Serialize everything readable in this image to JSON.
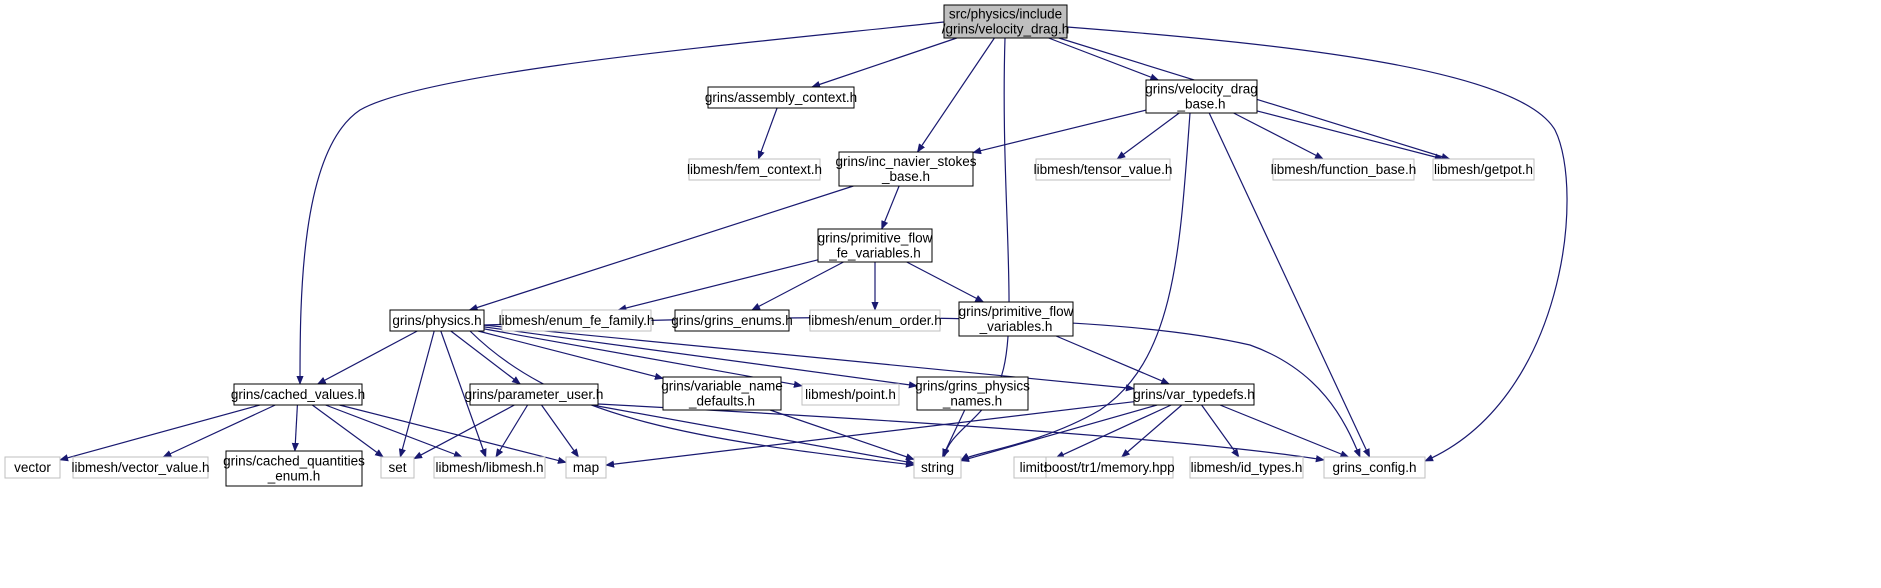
{
  "graph": {
    "nodes": [
      {
        "id": "velocity_drag_h",
        "lines": [
          "src/physics/include",
          "/grins/velocity_drag.h"
        ],
        "style": "root"
      },
      {
        "id": "assembly_context",
        "lines": [
          "grins/assembly_context.h"
        ],
        "style": "internal"
      },
      {
        "id": "velocity_drag_base",
        "lines": [
          "grins/velocity_drag",
          "_base.h"
        ],
        "style": "internal"
      },
      {
        "id": "fem_context",
        "lines": [
          "libmesh/fem_context.h"
        ],
        "style": "external"
      },
      {
        "id": "inc_navier_stokes_base",
        "lines": [
          "grins/inc_navier_stokes",
          "_base.h"
        ],
        "style": "internal"
      },
      {
        "id": "tensor_value",
        "lines": [
          "libmesh/tensor_value.h"
        ],
        "style": "external"
      },
      {
        "id": "function_base",
        "lines": [
          "libmesh/function_base.h"
        ],
        "style": "external"
      },
      {
        "id": "getpot",
        "lines": [
          "libmesh/getpot.h"
        ],
        "style": "external"
      },
      {
        "id": "primitive_flow_fe_variables",
        "lines": [
          "grins/primitive_flow",
          "_fe_variables.h"
        ],
        "style": "internal"
      },
      {
        "id": "physics",
        "lines": [
          "grins/physics.h"
        ],
        "style": "internal"
      },
      {
        "id": "enum_fe_family",
        "lines": [
          "libmesh/enum_fe_family.h"
        ],
        "style": "external"
      },
      {
        "id": "grins_enums",
        "lines": [
          "grins/grins_enums.h"
        ],
        "style": "internal"
      },
      {
        "id": "enum_order",
        "lines": [
          "libmesh/enum_order.h"
        ],
        "style": "external"
      },
      {
        "id": "primitive_flow_variables",
        "lines": [
          "grins/primitive_flow",
          "_variables.h"
        ],
        "style": "internal"
      },
      {
        "id": "cached_values",
        "lines": [
          "grins/cached_values.h"
        ],
        "style": "internal"
      },
      {
        "id": "parameter_user",
        "lines": [
          "grins/parameter_user.h"
        ],
        "style": "internal"
      },
      {
        "id": "variable_name_defaults",
        "lines": [
          "grins/variable_name",
          "_defaults.h"
        ],
        "style": "internal"
      },
      {
        "id": "point",
        "lines": [
          "libmesh/point.h"
        ],
        "style": "external"
      },
      {
        "id": "grins_physics_names",
        "lines": [
          "grins/grins_physics",
          "_names.h"
        ],
        "style": "internal"
      },
      {
        "id": "var_typedefs",
        "lines": [
          "grins/var_typedefs.h"
        ],
        "style": "internal"
      },
      {
        "id": "vector",
        "lines": [
          "vector"
        ],
        "style": "external"
      },
      {
        "id": "vector_value",
        "lines": [
          "libmesh/vector_value.h"
        ],
        "style": "external"
      },
      {
        "id": "cached_quantities_enum",
        "lines": [
          "grins/cached_quantities",
          "_enum.h"
        ],
        "style": "internal"
      },
      {
        "id": "set",
        "lines": [
          "set"
        ],
        "style": "external"
      },
      {
        "id": "libmesh_h",
        "lines": [
          "libmesh/libmesh.h"
        ],
        "style": "external"
      },
      {
        "id": "map",
        "lines": [
          "map"
        ],
        "style": "external"
      },
      {
        "id": "string",
        "lines": [
          "string"
        ],
        "style": "external"
      },
      {
        "id": "limits",
        "lines": [
          "limits"
        ],
        "style": "external"
      },
      {
        "id": "boost_memory",
        "lines": [
          "boost/tr1/memory.hpp"
        ],
        "style": "external"
      },
      {
        "id": "id_types",
        "lines": [
          "libmesh/id_types.h"
        ],
        "style": "external"
      },
      {
        "id": "grins_config",
        "lines": [
          "grins_config.h"
        ],
        "style": "external"
      }
    ],
    "edges": [
      {
        "from": "velocity_drag_h",
        "to": "cached_values"
      },
      {
        "from": "velocity_drag_h",
        "to": "assembly_context"
      },
      {
        "from": "velocity_drag_h",
        "to": "inc_navier_stokes_base"
      },
      {
        "from": "velocity_drag_h",
        "to": "string"
      },
      {
        "from": "velocity_drag_h",
        "to": "velocity_drag_base"
      },
      {
        "from": "velocity_drag_h",
        "to": "getpot"
      },
      {
        "from": "velocity_drag_h",
        "to": "grins_config"
      },
      {
        "from": "assembly_context",
        "to": "fem_context"
      },
      {
        "from": "velocity_drag_base",
        "to": "inc_navier_stokes_base"
      },
      {
        "from": "velocity_drag_base",
        "to": "tensor_value"
      },
      {
        "from": "velocity_drag_base",
        "to": "string"
      },
      {
        "from": "velocity_drag_base",
        "to": "function_base"
      },
      {
        "from": "velocity_drag_base",
        "to": "getpot"
      },
      {
        "from": "velocity_drag_base",
        "to": "grins_config"
      },
      {
        "from": "inc_navier_stokes_base",
        "to": "physics"
      },
      {
        "from": "inc_navier_stokes_base",
        "to": "primitive_flow_fe_variables"
      },
      {
        "from": "primitive_flow_fe_variables",
        "to": "enum_fe_family"
      },
      {
        "from": "primitive_flow_fe_variables",
        "to": "grins_enums"
      },
      {
        "from": "primitive_flow_fe_variables",
        "to": "enum_order"
      },
      {
        "from": "primitive_flow_fe_variables",
        "to": "primitive_flow_variables"
      },
      {
        "from": "primitive_flow_variables",
        "to": "var_typedefs"
      },
      {
        "from": "physics",
        "to": "cached_values"
      },
      {
        "from": "physics",
        "to": "set"
      },
      {
        "from": "physics",
        "to": "libmesh_h"
      },
      {
        "from": "physics",
        "to": "parameter_user"
      },
      {
        "from": "physics",
        "to": "string"
      },
      {
        "from": "physics",
        "to": "variable_name_defaults"
      },
      {
        "from": "physics",
        "to": "point"
      },
      {
        "from": "physics",
        "to": "grins_physics_names"
      },
      {
        "from": "physics",
        "to": "var_typedefs"
      },
      {
        "from": "physics",
        "to": "grins_config"
      },
      {
        "from": "cached_values",
        "to": "vector"
      },
      {
        "from": "cached_values",
        "to": "vector_value"
      },
      {
        "from": "cached_values",
        "to": "cached_quantities_enum"
      },
      {
        "from": "cached_values",
        "to": "set"
      },
      {
        "from": "cached_values",
        "to": "libmesh_h"
      },
      {
        "from": "cached_values",
        "to": "map"
      },
      {
        "from": "parameter_user",
        "to": "set"
      },
      {
        "from": "parameter_user",
        "to": "libmesh_h"
      },
      {
        "from": "parameter_user",
        "to": "map"
      },
      {
        "from": "parameter_user",
        "to": "string"
      },
      {
        "from": "parameter_user",
        "to": "grins_config"
      },
      {
        "from": "variable_name_defaults",
        "to": "string"
      },
      {
        "from": "grins_physics_names",
        "to": "string"
      },
      {
        "from": "var_typedefs",
        "to": "map"
      },
      {
        "from": "var_typedefs",
        "to": "string"
      },
      {
        "from": "var_typedefs",
        "to": "limits"
      },
      {
        "from": "var_typedefs",
        "to": "boost_memory"
      },
      {
        "from": "var_typedefs",
        "to": "id_types"
      },
      {
        "from": "var_typedefs",
        "to": "grins_config"
      }
    ]
  },
  "colors": {
    "edge": "#191970",
    "root_fill": "#bfbfbf",
    "internal_border": "#000000",
    "external_border": "#bfbfbf",
    "text": "#000000"
  }
}
